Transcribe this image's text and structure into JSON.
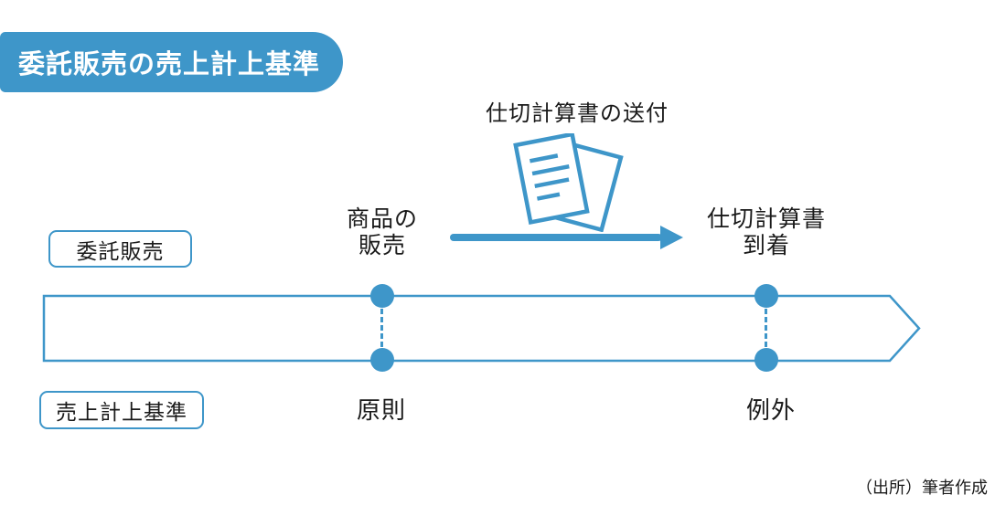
{
  "colors": {
    "primary_blue": "#3E96C9",
    "text_black": "#1A1A1A",
    "background": "#FFFFFF"
  },
  "title": {
    "badge_label": "委託販売の売上計上基準"
  },
  "flow": {
    "document_label": "仕切計算書の送付",
    "document_icon": "documents-icon",
    "event_start_line1": "商品の",
    "event_start_line2": "販売",
    "event_end_line1": "仕切計算書",
    "event_end_line2": "到着"
  },
  "rows": {
    "consignment_label": "委託販売",
    "basis_label": "売上計上基準"
  },
  "timeline": {
    "principle_label": "原則",
    "exception_label": "例外"
  },
  "footer": {
    "source_label": "（出所）筆者作成"
  }
}
